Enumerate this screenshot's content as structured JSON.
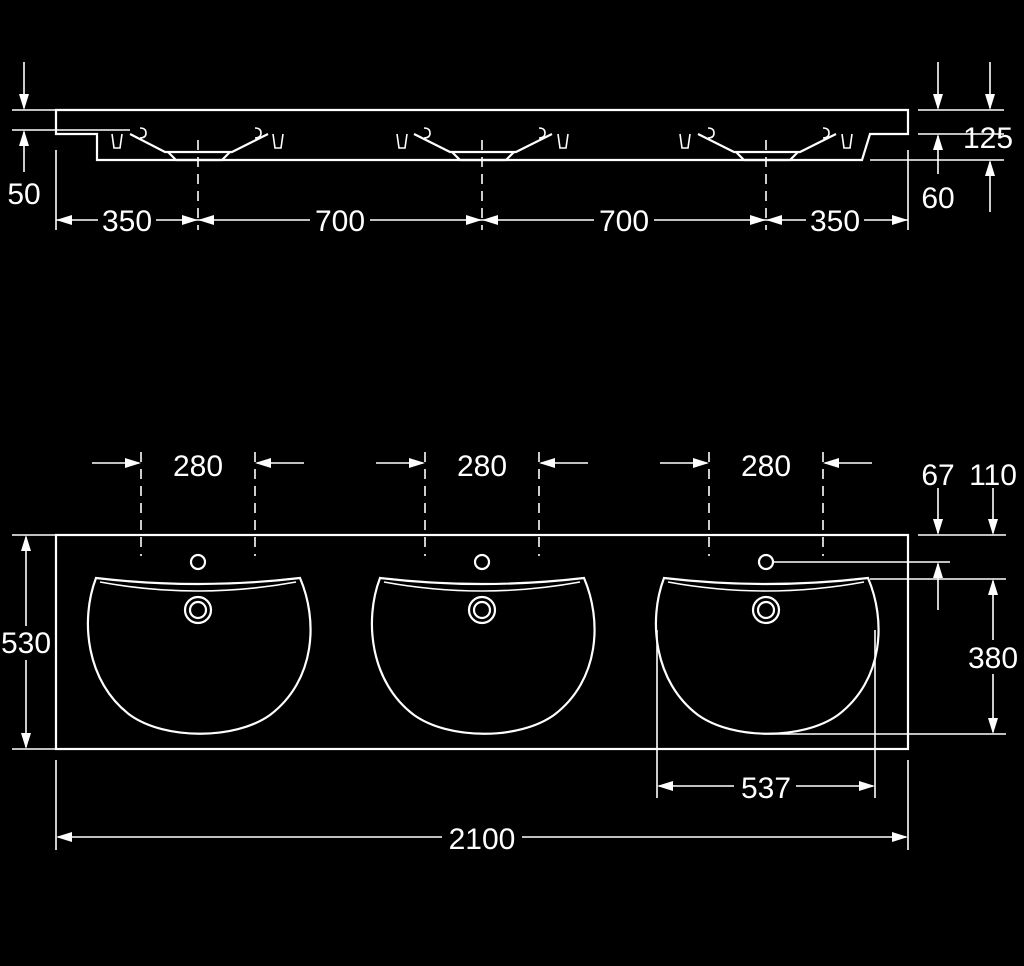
{
  "drawing": {
    "colors": {
      "background": "#000000",
      "line": "#ffffff"
    },
    "side_view": {
      "spacing": [
        "350",
        "700",
        "700",
        "350"
      ],
      "left_depth": "50",
      "right_top": "125",
      "right_bottom": "60"
    },
    "top_view": {
      "tap_spacing": [
        "280",
        "280",
        "280"
      ],
      "right_upper_a": "67",
      "right_upper_b": "110",
      "height": "530",
      "bowl_depth": "380",
      "bowl_width": "537",
      "total_width": "2100"
    }
  }
}
